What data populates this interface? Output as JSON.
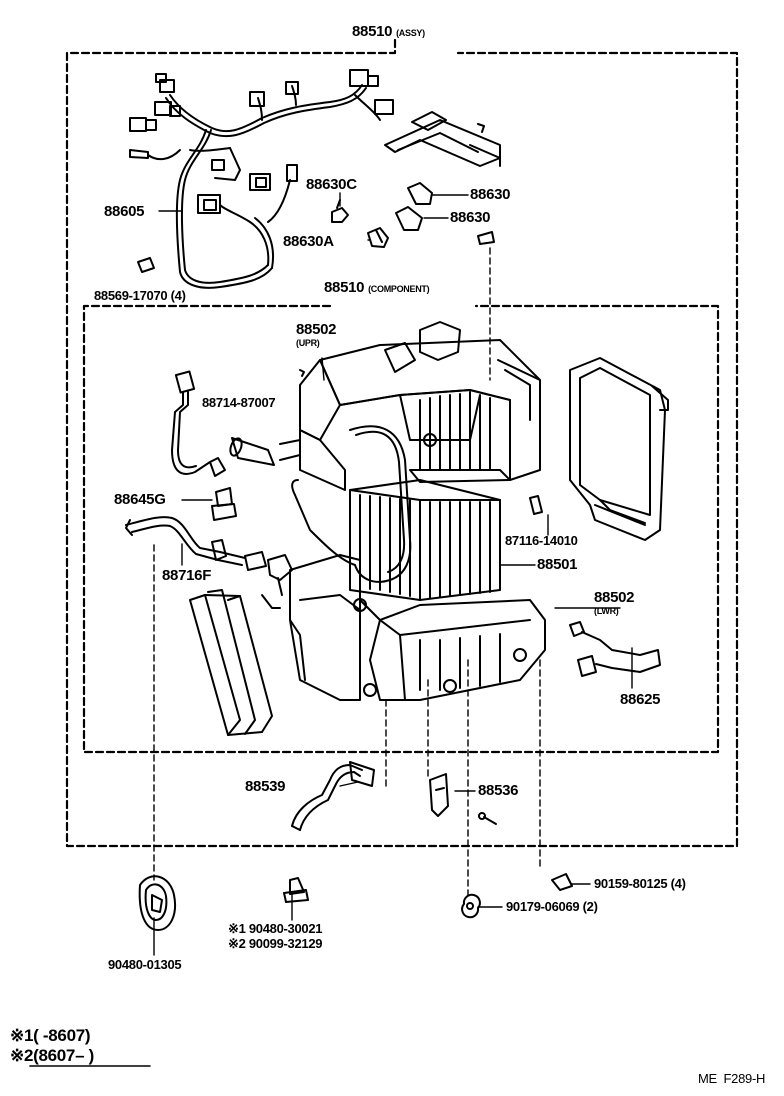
{
  "assembly": {
    "number": "88510",
    "qualifier": "(ASSY)"
  },
  "component": {
    "number": "88510",
    "qualifier": "(COMPONENT)"
  },
  "parts": {
    "wire_harness": "88605",
    "clip": "88569-17070 (4)",
    "thermistor_c": "88630C",
    "thermistor_a": "88630A",
    "thermistor_1": "88630",
    "thermistor_2": "88630",
    "upper_case": "88502",
    "upper_case_note": "(UPR)",
    "lower_case": "88502",
    "lower_case_note": "(LWR)",
    "tube_sensor": "88714-87007",
    "valve": "88645G",
    "pipe": "88716F",
    "evaporator": "88501",
    "seal": "87116-14010",
    "sensor": "88625",
    "drain_hose": "88539",
    "bracket": "88536",
    "screw_1": "90159-80125 (4)",
    "nut": "90179-06069 (2)",
    "grommet": "90480-01305",
    "plug_1": "90480-30021",
    "plug_2": "90099-32129"
  },
  "notes": {
    "mark": "※",
    "plug_1_marker": "1",
    "plug_2_marker": "2",
    "footnote_1": "(      -8607)",
    "footnote_2": "(8607–        )"
  },
  "page_code": "ME  F289-H"
}
